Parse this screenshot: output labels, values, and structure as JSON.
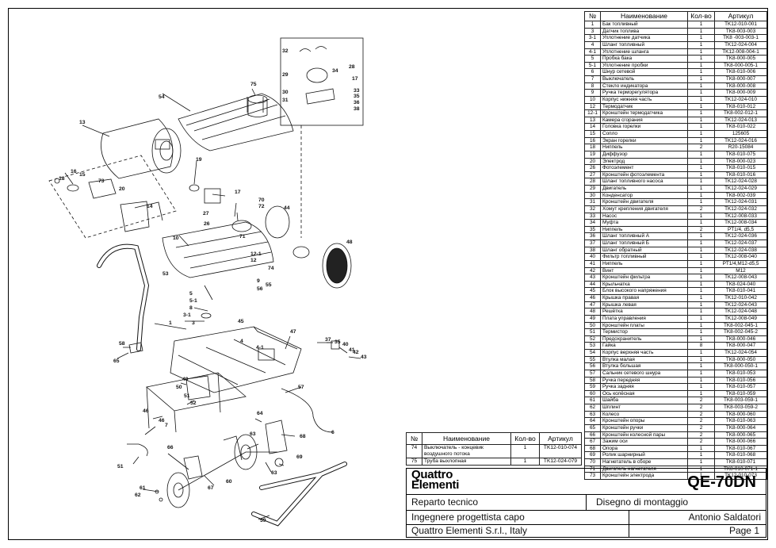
{
  "parts_table": {
    "headers": [
      "№",
      "Наименование",
      "Кол-во",
      "Артикул"
    ],
    "rows": [
      [
        "1",
        "Бак топливный",
        "1",
        "TK12-010-001"
      ],
      [
        "3",
        "Датчик топлива",
        "1",
        "TK8-003-003"
      ],
      [
        "3-1",
        "Уплотнение датчика",
        "1",
        "TK8 -003-003-1"
      ],
      [
        "4",
        "Шланг топливный",
        "1",
        "TK12-024-004"
      ],
      [
        "4-1",
        "Уплотнение шланга",
        "1",
        "TK12-008-004-1"
      ],
      [
        "5",
        "Пробка бака",
        "1",
        "TK8-000-005"
      ],
      [
        "5-1",
        "Уплотнение пробки",
        "1",
        "TK8-000-005-1"
      ],
      [
        "6",
        "Шнур сетевой",
        "1",
        "TK8-010-006"
      ],
      [
        "7",
        "Выключатель",
        "1",
        "TK8-000-007"
      ],
      [
        "8",
        "Стекло индикатора",
        "1",
        "TK8-000-008"
      ],
      [
        "9",
        "Ручка терморегулятора",
        "1",
        "TK8-000-009"
      ],
      [
        "10",
        "Корпус нижняя часть",
        "1",
        "TK12-024-010"
      ],
      [
        "12",
        "Термодатчик",
        "1",
        "TK8-010-012"
      ],
      [
        "12-1",
        "Кронштейн термодатчика",
        "1",
        "TK8-002-012-1"
      ],
      [
        "13",
        "Камера сгорания",
        "1",
        "TK12-024-013"
      ],
      [
        "14",
        "Головка горелки",
        "1",
        "TK8-010-022"
      ],
      [
        "15",
        "Сопло",
        "1",
        "125605"
      ],
      [
        "16",
        "Экран горелки",
        "1",
        "TK12-024-016"
      ],
      [
        "18",
        "Ниппель",
        "2",
        "R20-15084"
      ],
      [
        "19",
        "Диффузор",
        "1",
        "TK8-010-075"
      ],
      [
        "20",
        "Электрод",
        "1",
        "TK8-000-023"
      ],
      [
        "26",
        "Фотоэлемент",
        "1",
        "TK8-010-015"
      ],
      [
        "27",
        "Кронштейн фотоэлемента",
        "1",
        "TK8-010-016"
      ],
      [
        "28",
        "Шланг топливного насоса",
        "1",
        "TK12-024-028"
      ],
      [
        "29",
        "Двигатель",
        "1",
        "TK12-024-029"
      ],
      [
        "30",
        "Конденсатор",
        "1",
        "TK8-002-039"
      ],
      [
        "31",
        "Кронштейн двигателя",
        "1",
        "TK12-024-031"
      ],
      [
        "32",
        "Хомут крепления двигателя",
        "2",
        "TK12-024-032"
      ],
      [
        "33",
        "Насос",
        "1",
        "TK12-008-033"
      ],
      [
        "34",
        "Муфта",
        "1",
        "TK12-008-034"
      ],
      [
        "35",
        "Ниппель",
        "2",
        "PT1/4, d5,5"
      ],
      [
        "36",
        "Шланг топливный А",
        "1",
        "TK12-024-036"
      ],
      [
        "37",
        "Шланг топливный Б",
        "1",
        "TK12-024-037"
      ],
      [
        "38",
        "Шланг обратный",
        "1",
        "TK12-024-038"
      ],
      [
        "40",
        "Фильтр топливный",
        "1",
        "TK12-008-040"
      ],
      [
        "41",
        "Ниппель",
        "1",
        "PT1/4,M12-d5,5"
      ],
      [
        "42",
        "Винт",
        "1",
        "M12"
      ],
      [
        "43",
        "Кронштейн фильтра",
        "1",
        "TK12-008-043"
      ],
      [
        "44",
        "Крыльчатка",
        "1",
        "TK8-024-040"
      ],
      [
        "45",
        "Блок высокого напряжения",
        "1",
        "TK8-010-041"
      ],
      [
        "46",
        "Крышка правая",
        "1",
        "TK12-010-042"
      ],
      [
        "47",
        "Крышка левая",
        "1",
        "TK12-024-043"
      ],
      [
        "48",
        "Решётка",
        "1",
        "TK12-024-048"
      ],
      [
        "49",
        "Плата управления",
        "1",
        "TK12-008-049"
      ],
      [
        "50",
        "Кронштейн платы",
        "1",
        "TK8-002-045-1"
      ],
      [
        "51",
        "Термистор",
        "1",
        "TK8-002-045-2"
      ],
      [
        "52",
        "Предохранитель",
        "1",
        "TK8-000-046"
      ],
      [
        "53",
        "Гайка",
        "8",
        "TK8-000-047"
      ],
      [
        "54",
        "Корпус верхняя часть",
        "1",
        "TK12-024-054"
      ],
      [
        "55",
        "Втулка малая",
        "1",
        "TK8-000-050"
      ],
      [
        "56",
        "Втулка большая",
        "1",
        "TK8-000-050-1"
      ],
      [
        "57",
        "Сальник сетевого шнура",
        "1",
        "TK8-010-053"
      ],
      [
        "58",
        "Ручка передняя",
        "1",
        "TK8-010-056"
      ],
      [
        "59",
        "Ручка задняя",
        "1",
        "TK8-010-057"
      ],
      [
        "60",
        "Ось колёсная",
        "1",
        "TK8-010-059"
      ],
      [
        "61",
        "Шайба",
        "2",
        "TK8-003-059-1"
      ],
      [
        "62",
        "Шплинт",
        "2",
        "TK8-003-059-2"
      ],
      [
        "63",
        "Колесо",
        "2",
        "TK8-000-060"
      ],
      [
        "64",
        "Кронштейн опоры",
        "2",
        "TK8-010-063"
      ],
      [
        "65",
        "Кронштейн ручки",
        "2",
        "TK8-000-064"
      ],
      [
        "66",
        "Кронштейн колесной пары",
        "2",
        "TK8-000-065"
      ],
      [
        "67",
        "Зажим оси",
        "2",
        "TK8-000-066"
      ],
      [
        "68",
        "Опора",
        "1",
        "TK8-010-067"
      ],
      [
        "69",
        "Ролик шарнирный",
        "1",
        "TK8-010-068"
      ],
      [
        "70",
        "Нагнетатель в сборе",
        "1",
        "TK8-010-071"
      ],
      [
        "71",
        "Двигатель нагнетателя",
        "1",
        "TK8-010-071-1"
      ],
      [
        "73",
        "Кронштейн электрода",
        "1",
        "TK12-010-073"
      ]
    ]
  },
  "extra_table": {
    "headers": [
      "№",
      "Наименование",
      "Кол-во",
      "Артикул"
    ],
    "rows": [
      [
        "74",
        "Выключатель - концевик воздушного потока",
        "1",
        "TK12-010-074"
      ],
      [
        "75",
        "Труба выхлопная",
        "1",
        "TK12-024-079"
      ]
    ]
  },
  "title_block": {
    "logo_line1": "Quattro",
    "logo_line2": "Elementi",
    "model": "QE-70DN",
    "department": "Reparto tecnico",
    "drawing_type": "Disegno di montaggio",
    "role": "Ingegnere progettista capo",
    "engineer": "Antonio Saldatori",
    "company": "Quattro Elementi S.r.l., Italy",
    "page": "Page 1"
  },
  "callouts": [
    "1",
    "3",
    "3-1",
    "4",
    "4-1",
    "5",
    "5-1",
    "6",
    "7",
    "8",
    "9",
    "10",
    "12",
    "12-1",
    "13",
    "14",
    "15",
    "16",
    "17",
    "18",
    "19",
    "20",
    "26",
    "27",
    "28",
    "29",
    "30",
    "31",
    "32",
    "33",
    "34",
    "35",
    "36",
    "37",
    "38",
    "40",
    "41",
    "42",
    "43",
    "44",
    "45",
    "46",
    "47",
    "48",
    "49",
    "50",
    "51",
    "52",
    "53",
    "54",
    "55",
    "56",
    "57",
    "58",
    "59",
    "60",
    "61",
    "62",
    "63",
    "63",
    "64",
    "65",
    "66",
    "67",
    "68",
    "69",
    "70",
    "71",
    "72",
    "73",
    "74",
    "75"
  ]
}
